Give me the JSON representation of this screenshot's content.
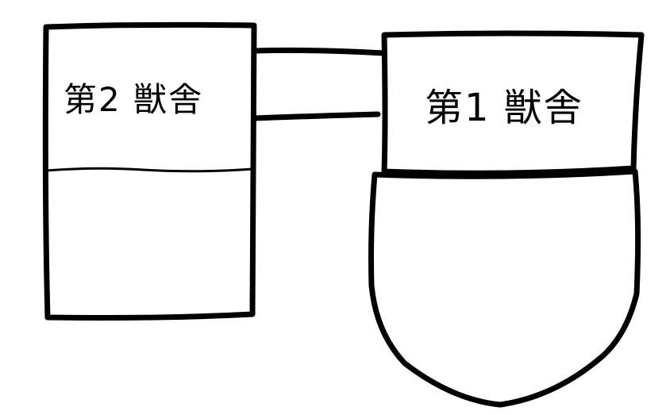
{
  "diagram": {
    "type": "floor-plan-sketch",
    "stroke_color": "#000000",
    "background_color": "#ffffff",
    "nodes": [
      {
        "id": "building-2",
        "label": "第2 獣舎",
        "shape": "rectangle-with-lower-section"
      },
      {
        "id": "building-1",
        "label": "第1 獣舎",
        "shape": "rectangle-with-shield-lower-section"
      }
    ],
    "edges": [
      {
        "from": "building-2",
        "to": "building-1",
        "kind": "corridor"
      }
    ]
  }
}
